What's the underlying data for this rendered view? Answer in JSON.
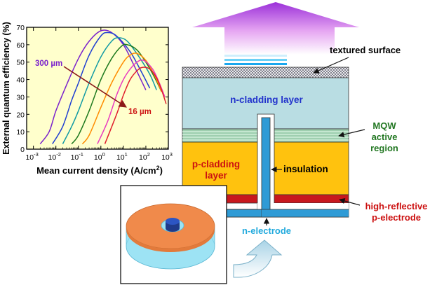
{
  "diagram": {
    "labels": {
      "textured": "textured surface",
      "ncladding": "n-cladding layer",
      "mqw1": "MQW",
      "mqw2": "active",
      "mqw3": "region",
      "pclad1": "p-cladding",
      "pclad2": "layer",
      "insulation": "insulation",
      "hr1": "high-reflective",
      "hr2": "p-electrode",
      "nelectrode": "n-electrode"
    },
    "colors": {
      "arrow_top": "#9b30d9",
      "arrow_bottom": "#ffffff",
      "ncladding": "#b9dde3",
      "mqw": "#9fcfb0",
      "pcladding": "#ffc20e",
      "p_electrode": "#c8181e",
      "electrode": "#2f9bd6",
      "label_blue": "#2233cc",
      "label_red": "#cc1111",
      "label_green": "#227722",
      "label_cyan": "#22aadd"
    }
  },
  "chart_data": {
    "type": "line",
    "xlabel": "Mean current density (A/cm²)",
    "ylabel": "External quantum efficiency (%)",
    "xscale": "log",
    "xlim": [
      0.0005,
      1000
    ],
    "ylim": [
      0,
      70
    ],
    "xticks": [
      "10",
      "10",
      "10",
      "10",
      "10",
      "10",
      "10",
      "10"
    ],
    "xtick_exps": [
      "-3",
      "-2",
      "-1",
      "0",
      "1",
      "2",
      "3"
    ],
    "xtick_values": [
      0.001,
      0.01,
      0.1,
      1,
      10,
      100,
      1000
    ],
    "yticks": [
      "0",
      "10",
      "20",
      "30",
      "40",
      "50",
      "60",
      "70"
    ],
    "ytick_values": [
      0,
      10,
      20,
      30,
      40,
      50,
      60,
      70
    ],
    "annotations": [
      {
        "text": "300 µm",
        "color": "#7a22cc"
      },
      {
        "text": "16 µm",
        "color": "#cc1111"
      }
    ],
    "series": [
      {
        "color": "#7a22cc",
        "x": [
          0.002,
          0.005,
          0.01,
          0.03,
          0.1,
          0.3,
          1,
          3,
          10,
          30,
          100
        ],
        "y": [
          3,
          10,
          22,
          37,
          52,
          62,
          68,
          67,
          60,
          48,
          34
        ]
      },
      {
        "color": "#1f3fd1",
        "x": [
          0.007,
          0.02,
          0.05,
          0.1,
          0.3,
          1,
          2,
          5,
          20,
          60,
          150
        ],
        "y": [
          3,
          13,
          28,
          38,
          54,
          65,
          67,
          65,
          56,
          45,
          35
        ]
      },
      {
        "color": "#119aa4",
        "x": [
          0.02,
          0.05,
          0.1,
          0.3,
          1,
          3,
          6,
          15,
          50,
          150,
          300
        ],
        "y": [
          3,
          13,
          22,
          38,
          53,
          62,
          64,
          62,
          53,
          43,
          34
        ]
      },
      {
        "color": "#1f7a1f",
        "x": [
          0.05,
          0.1,
          0.3,
          1,
          3,
          8,
          15,
          40,
          100,
          250,
          500
        ],
        "y": [
          3,
          8,
          22,
          40,
          52,
          59,
          60,
          57,
          50,
          41,
          33
        ]
      },
      {
        "color": "#ff8c00",
        "x": [
          0.15,
          0.3,
          1,
          3,
          10,
          20,
          40,
          100,
          250,
          500
        ],
        "y": [
          3,
          8,
          24,
          38,
          50,
          54,
          55,
          51,
          42,
          33
        ]
      },
      {
        "color": "#e83cc0",
        "x": [
          0.7,
          2,
          5,
          10,
          20,
          40,
          80,
          200,
          400,
          700
        ],
        "y": [
          3,
          16,
          31,
          40,
          46,
          50,
          51,
          46,
          38,
          30
        ]
      },
      {
        "color": "#e0202e",
        "x": [
          1.5,
          5,
          10,
          20,
          40,
          70,
          150,
          300,
          500,
          800
        ],
        "y": [
          3,
          20,
          31,
          40,
          45,
          47,
          46,
          41,
          34,
          26
        ]
      }
    ]
  }
}
